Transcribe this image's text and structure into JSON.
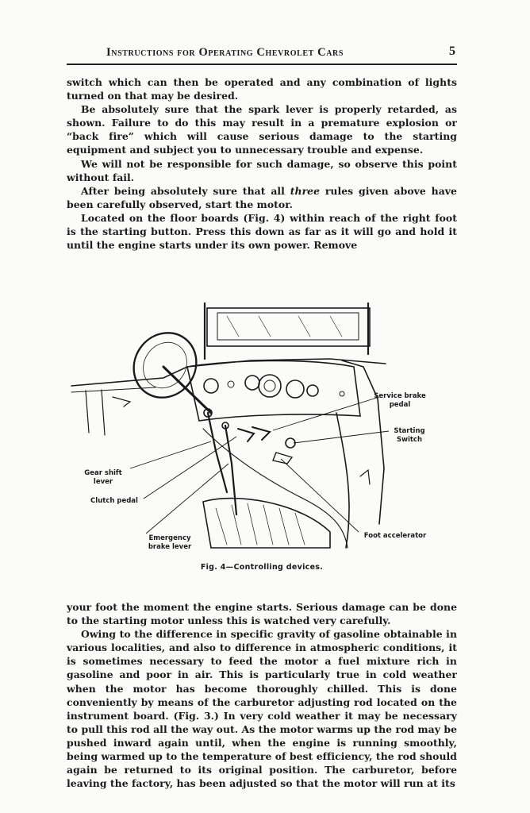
{
  "header": {
    "title": "Instructions for Operating Chevrolet Cars",
    "page_number": "5"
  },
  "paragraphs_top": [
    "switch which can then be operated and any combination of lights turned on that may be desired.",
    "Be absolutely sure that the spark lever is properly retarded, as shown. Failure to do this may result in a premature explosion or “back fire” which will cause serious damage to the starting equipment and subject you to unnecessary trouble and expense.",
    "We will not be responsible for such damage, so observe this point without fail.",
    "After being absolutely sure that all three rules given above have been carefully observed, start the motor.",
    "Located on the floor boards (Fig. 4) within reach of the right foot is the starting button. Press this down as far as it will go and hold it until the engine starts under its own power. Remove"
  ],
  "paragraph_italic": {
    "before": "After being absolutely sure that all ",
    "italic": "three",
    "after": " rules given above have been carefully observed, start the motor."
  },
  "figure": {
    "labels": {
      "service_brake_1": "Service brake",
      "service_brake_2": "pedal",
      "starting_switch_1": "Starting",
      "starting_switch_2": "Switch",
      "gear_shift_1": "Gear shift",
      "gear_shift_2": "lever",
      "clutch": "Clutch pedal",
      "emergency_1": "Emergency",
      "emergency_2": "brake lever",
      "foot_accelerator": "Foot accelerator"
    },
    "caption": "Fig. 4—Controlling devices."
  },
  "paragraphs_bottom": [
    "your foot the moment the engine starts. Serious damage can be done to the starting motor unless this is watched very carefully.",
    "Owing to the difference in specific gravity of gasoline obtainable in various localities, and also to difference in atmospheric conditions, it is sometimes necessary to feed the motor a fuel mixture rich in gasoline and poor in air. This is particularly true in cold weather when the motor has become thoroughly chilled. This is done conveniently by means of the carburetor adjusting rod located on the instrument board. (Fig. 3.) In very cold weather it may be necessary to pull this rod all the way out. As the motor warms up the rod may be pushed inward again until, when the engine is running smoothly, being warmed up to the temperature of best efficiency, the rod should again be returned to its original position. The carburetor, before leaving the factory, has been adjusted so that the motor will run at its"
  ]
}
